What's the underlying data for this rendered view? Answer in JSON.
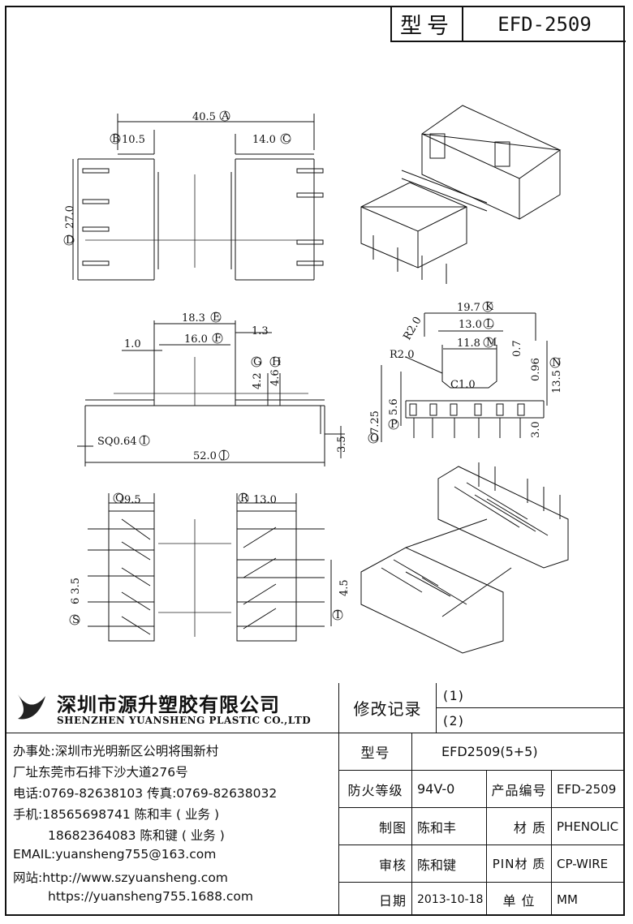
{
  "title_block": {
    "label": "型号",
    "model": "EFD-2509"
  },
  "dimensions": {
    "overall_length": "40.5",
    "overall_length_tag": "A",
    "b_dim": "10.5",
    "b_tag": "B",
    "c_dim": "14.0",
    "c_tag": "C",
    "height": "27.0",
    "height_tag": "D",
    "e_dim": "18.3",
    "e_tag": "E",
    "f_dim": "16.0",
    "f_tag": "F",
    "g_dim": "4.2",
    "g_tag": "G",
    "h_dim": "4.6",
    "h_tag": "H",
    "side_1_0": "1.0",
    "side_1_3": "1.3",
    "pin_sq": "SQ0.64",
    "pin_sq_tag": "I",
    "total_len": "52.0",
    "total_len_tag": "J",
    "pin_len": "3.5",
    "k_dim": "19.7",
    "k_tag": "K",
    "l_dim": "13.0",
    "l_tag": "L",
    "m_dim": "11.8",
    "m_tag": "M",
    "r1": "R2.0",
    "r2": "R2.0",
    "c10": "C1.0",
    "d07": "0.7",
    "d096": "0.96",
    "n_dim": "13.5",
    "n_tag": "N",
    "o_dim": "7.25",
    "o_tag": "O",
    "p_dim": "5.6",
    "p_tag": "P",
    "d30": "3.0",
    "q_dim": "9.5",
    "q_tag": "Q",
    "r_dim": "13.0",
    "r_tag": "R",
    "s_dim": "6 3.5",
    "s_tag": "S",
    "t_dim": "4.5",
    "t_tag": "T"
  },
  "company": {
    "name_cn": "深圳市源升塑胶有限公司",
    "name_en": "SHENZHEN YUANSHENG PLASTIC CO.,LTD",
    "office": "办事处:深圳市光明新区公明将围新村",
    "factory": "厂址东莞市石排下沙大道276号",
    "phone": "电话:0769-82638103 传真:0769-82638032",
    "mobile1": "手机:18565698741 陈和丰 ( 业务 )",
    "mobile2": "18682364083 陈和键 ( 业务 )",
    "email": "EMAIL:yuansheng755@163.com",
    "website": "网站:http://www.szyuansheng.com",
    "website2": "https://yuansheng755.1688.com"
  },
  "revision": {
    "label": "修改记录",
    "r1": "(1)",
    "r2": "(2)"
  },
  "specs": {
    "model_label": "型号",
    "model_value": "EFD2509(5+5)",
    "fire_label": "防火等级",
    "fire_value": "94V-0",
    "product_no_label": "产品编号",
    "product_no_value": "EFD-2509",
    "drawn_label": "制图",
    "drawn_value": "陈和丰",
    "material_label": "材 质",
    "material_value": "PHENOLIC",
    "review_label": "审核",
    "review_value": "陈和键",
    "pin_material_label": "PIN材 质",
    "pin_material_value": "CP-WIRE",
    "date_label": "日期",
    "date_value": "2013-10-18",
    "unit_label": "单 位",
    "unit_value": "MM"
  }
}
